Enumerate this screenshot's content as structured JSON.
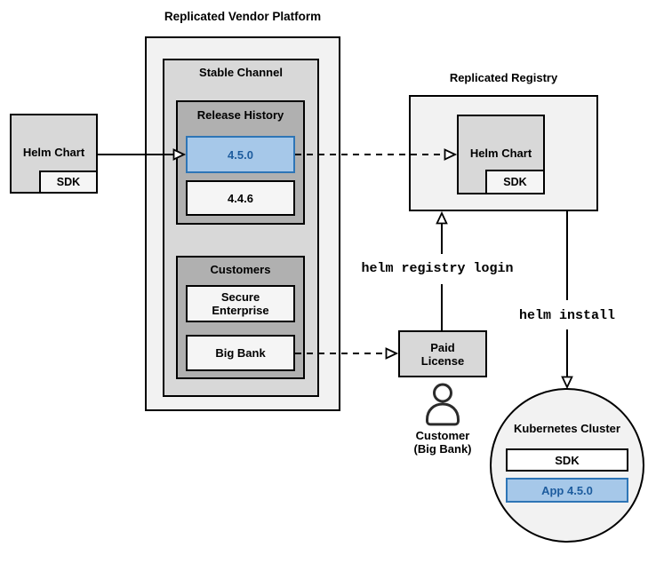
{
  "platform": {
    "title": "Replicated Vendor Platform",
    "stable_channel": {
      "title": "Stable Channel",
      "release_history": {
        "title": "Release History",
        "releases": [
          {
            "version": "4.5.0",
            "highlighted": true
          },
          {
            "version": "4.4.6",
            "highlighted": false
          }
        ]
      },
      "customers": {
        "title": "Customers",
        "items": [
          "Secure Enterprise",
          "Big Bank"
        ]
      }
    }
  },
  "source_chart": {
    "label": "Helm Chart",
    "sdk": "SDK"
  },
  "registry": {
    "title": "Replicated Registry",
    "helm_chart": {
      "label": "Helm Chart",
      "sdk": "SDK"
    }
  },
  "paid_license": {
    "label": "Paid License"
  },
  "customer": {
    "name": "Customer",
    "detail": "(Big Bank)"
  },
  "commands": {
    "registry_login": "helm registry login",
    "install": "helm install"
  },
  "cluster": {
    "title": "Kubernetes Cluster",
    "sdk": "SDK",
    "app": "App 4.5.0"
  },
  "colors": {
    "highlight_fill": "#a6c8e9",
    "highlight_border": "#2e75b6",
    "highlight_text": "#1d5c9e",
    "container_light": "#f2f2f2",
    "container_mid": "#d8d8d8",
    "container_dark": "#b0b0b0",
    "line": "#000000"
  }
}
